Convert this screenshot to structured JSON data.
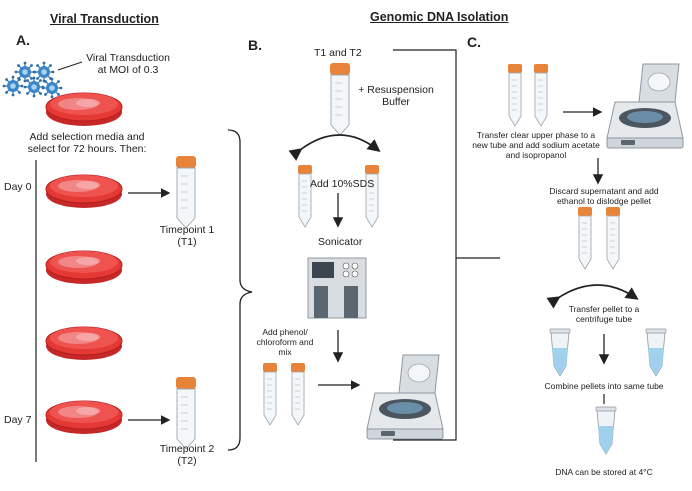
{
  "sections": {
    "viral_title": "Viral Transduction",
    "genomic_title": "Genomic DNA Isolation"
  },
  "panels": {
    "a": "A.",
    "b": "B.",
    "c": "C."
  },
  "panel_a": {
    "virus_note_line1": "Viral Transduction",
    "virus_note_line2": "at MOI of 0.3",
    "selection_line1": "Add selection media and",
    "selection_line2": "select for 72 hours. Then:",
    "day0": "Day 0",
    "day7": "Day 7",
    "tp1_line1": "Timepoint 1",
    "tp1_line2": "(T1)",
    "tp2_line1": "Timepoint 2",
    "tp2_line2": "(T2)"
  },
  "panel_b": {
    "t1_t2": "T1 and T2",
    "resuspension_line1": "+ Resuspension",
    "resuspension_line2": "Buffer",
    "sds": "Add 10%SDS",
    "sonicator": "Sonicator",
    "phenol_line1": "Add phenol/",
    "phenol_line2": "chloroform and",
    "phenol_line3": "mix"
  },
  "panel_c": {
    "transfer_line1": "Transfer clear upper phase to a",
    "transfer_line2": "new tube and add sodium acetate",
    "transfer_line3": "and isopropanol",
    "discard_line1": "Discard supernatant and add",
    "discard_line2": "ethanol to dislodge pellet",
    "pellet_line1": "Transfer pellet to a",
    "pellet_line2": "centrifuge tube",
    "combine": "Combine pellets into same tube",
    "store": "DNA can be stored at 4°C"
  },
  "colors": {
    "dish_red": "#e53935",
    "cells": "#f28b8b",
    "cap_orange": "#e8843a",
    "virus_blue": "#3a86c8",
    "tube_liquid": "#9fd1ec"
  },
  "icons": [
    "virus-icon",
    "petri-dish-icon",
    "falcon-tube-icon",
    "sonicator-icon",
    "centrifuge-icon",
    "microtube-icon"
  ]
}
